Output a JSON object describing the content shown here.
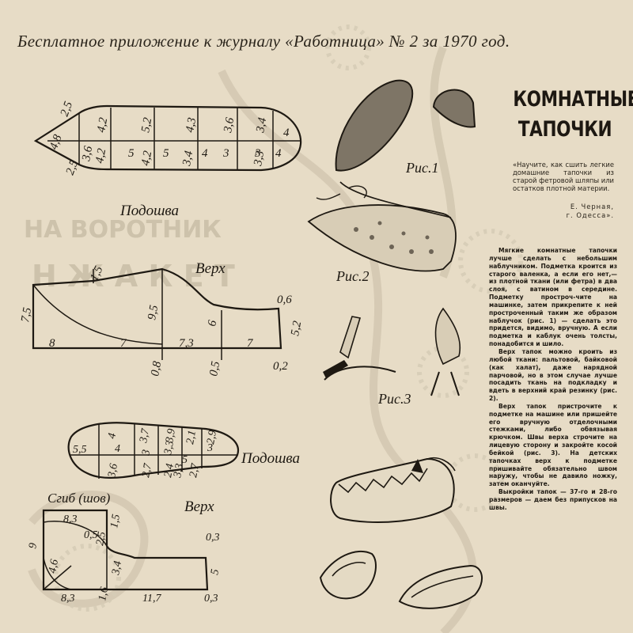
{
  "header": {
    "text": "Бесплатное приложение к журналу «Работница» № 2 за 1970 год."
  },
  "background": {
    "ghost_line_1": "НА ВОРОТНИК",
    "ghost_line_2": "Н Ж А К Е Т"
  },
  "article": {
    "title_line_1": "КОМНАТНЫЕ",
    "title_line_2": "ТАПОЧКИ",
    "lead": "«Научите, как сшить легкие домашние тапочки из старой фетровой шляпы или остатков плотной материи.",
    "author_name": "Е. Черная,",
    "author_city": "г. Одесса».",
    "paragraphs": [
      "Мягкие комнатные тапочки лучше сделать с небольшим наблучником. Подметка кроится из старого валенка, а если его нет,— из плотной ткани (или фетра) в два слоя, с ватином в середине. Подметку простроч-чите на машинке, затем прикрепите к ней простроченный таким же образом наблучок (рис. 1) — сделать это придется, видимо, вручную. А если подметка и каблук очень толсты, понадобится и шило.",
      "Верх тапок можно кроить из любой ткани: пальтовой, байковой (как халат), даже нарядной парчовой, но в этом случае лучше посадить ткань на подкладку и вдеть в верхний край резинку (рис. 2).",
      "Верх тапок пристрочите к подметке на машине или пришейте его вручную отделочными стежками, либо обвязывая крючком. Швы верха строчите на лицевую сторону и закройте косой бейкой (рис. 3). На детских тапочках верх к подметке пришивайте обязательно швом наружу, чтобы не давило ножку, затем оканчуйте.",
      "Выкройки тапок — 37-го и 28-го размеров — даем без припусков на швы."
    ]
  },
  "figures": {
    "fig1": "Рис.1",
    "fig2": "Рис.2",
    "fig3": "Рис.3"
  },
  "pattern_large": {
    "sole": {
      "label": "Подошва",
      "dims": [
        "2,5",
        "2,5",
        "4,8",
        "4,2",
        "3,6",
        "4,2",
        "5",
        "5,2",
        "4,2",
        "5",
        "4,3",
        "3,4",
        "4",
        "3,6",
        "3",
        "3,4",
        "3,3",
        "3",
        "4",
        "4"
      ]
    },
    "upper": {
      "label": "Верх",
      "dims": [
        "1,5",
        "7,5",
        "9,5",
        "6",
        "0,6",
        "5,2",
        "8",
        "7",
        "7,3",
        "7",
        "0,8",
        "0,5",
        "0,2"
      ]
    }
  },
  "pattern_small": {
    "sole": {
      "label": "Подошва",
      "dims": [
        "5,5",
        "4",
        "4",
        "3,7",
        "3",
        "3,9",
        "3,3",
        "2,1",
        "2,9",
        "3",
        "5",
        "3,6",
        "2,7",
        "2,4",
        "3,3",
        "2,7"
      ]
    },
    "upper": {
      "label": "Верх",
      "fold_label": "Сгиб (шов)",
      "dims": [
        "8,3",
        "0,5",
        "2,5",
        "1,5",
        "0,3",
        "9",
        "4,6",
        "3,4",
        "5",
        "8,3",
        "1,6",
        "11,7",
        "0,3"
      ]
    }
  }
}
